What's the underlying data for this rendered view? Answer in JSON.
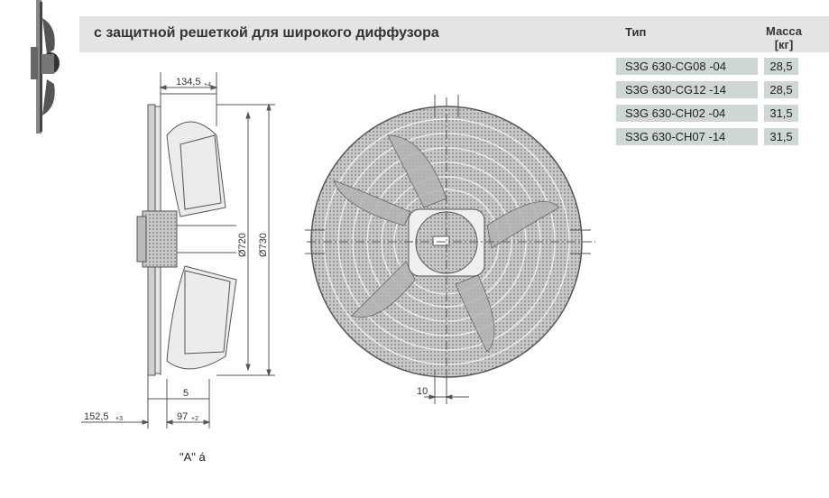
{
  "header": {
    "title": "с защитной решеткой для широкого диффузора",
    "col_type": "Тип",
    "col_mass_line1": "Масса",
    "col_mass_line2": "[кг]"
  },
  "rows": [
    {
      "type": "S3G 630-CG08 -04",
      "mass": "28,5"
    },
    {
      "type": "S3G 630-CG12 -14",
      "mass": "28,5"
    },
    {
      "type": "S3G 630-CH02 -04",
      "mass": "31,5"
    },
    {
      "type": "S3G 630-CH07 -14",
      "mass": "31,5"
    }
  ],
  "dimensions": {
    "top_width": "134,5",
    "top_width_tol": "+4",
    "dia_inner": "Ø720",
    "dia_outer": "Ø730",
    "gap_5": "5",
    "bottom_left": "152,5",
    "bottom_left_tol": "+3",
    "bottom_mid": "97",
    "bottom_mid_tol": "+2",
    "front_10": "10"
  },
  "caption": "\"A\" á",
  "colors": {
    "header_bar": "#e4e4e4",
    "table_cell": "#cfd7d4",
    "drawing_line": "#555555"
  }
}
